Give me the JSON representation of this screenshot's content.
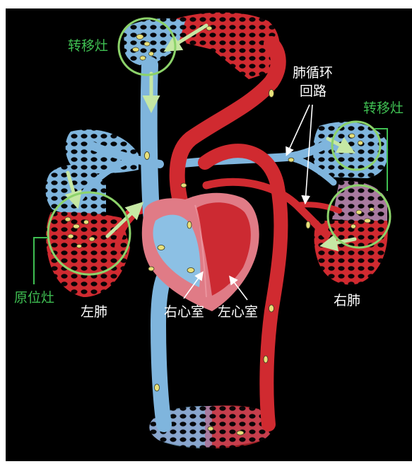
{
  "labels": {
    "metastasis_top": "转移灶",
    "pulmonary_circuit_line1": "肺循环",
    "pulmonary_circuit_line2": "回路",
    "metastasis_right": "转移灶",
    "primary_lesion": "原位灶",
    "left_lung": "左肺",
    "right_ventricle": "右心室",
    "left_ventricle": "左心室",
    "right_lung": "右肺"
  },
  "colors": {
    "background": "#000000",
    "artery_red": "#d02a30",
    "vein_blue": "#7fb5dd",
    "heart_pink": "#e07b86",
    "lesion_circle_green": "#8cd36a",
    "label_green": "#3fbf52",
    "label_white": "#ffffff",
    "arrow_green": "#c6e8a4",
    "tumor_cell_yellow": "#e8e07a"
  }
}
